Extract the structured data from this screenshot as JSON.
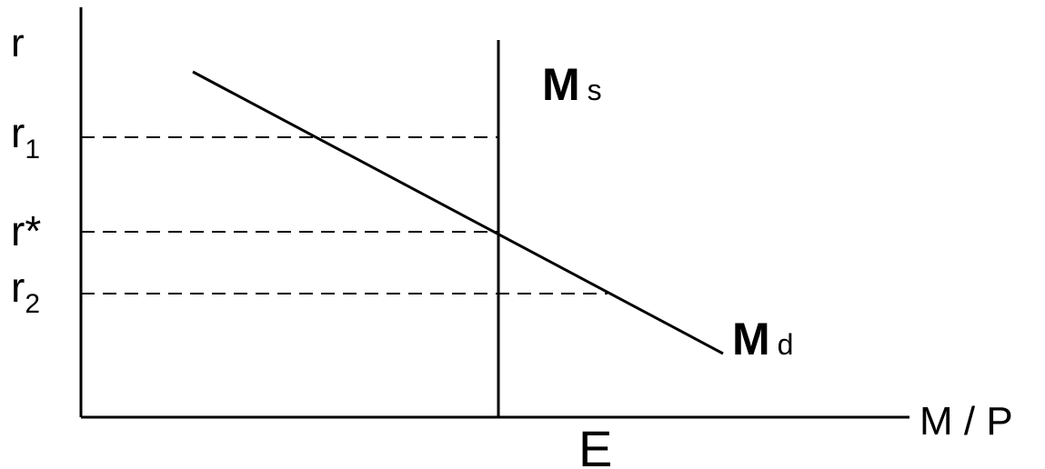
{
  "diagram": {
    "axis": {
      "y_label": "r",
      "x_label": "M / P"
    },
    "levels": [
      {
        "id": "r1",
        "base": "r",
        "sub": "1",
        "value": 0.74
      },
      {
        "id": "rstar",
        "base": "r*",
        "sub": "",
        "value": 0.5
      },
      {
        "id": "r2",
        "base": "r",
        "sub": "2",
        "value": 0.34
      }
    ],
    "supply_curve": {
      "label": "M",
      "sub": "s",
      "quantity": 0.5
    },
    "demand_curve": {
      "label": "M",
      "sub": "d"
    },
    "equilibrium_label": "E",
    "colors": {
      "line": "#000000",
      "background": "#ffffff"
    }
  }
}
